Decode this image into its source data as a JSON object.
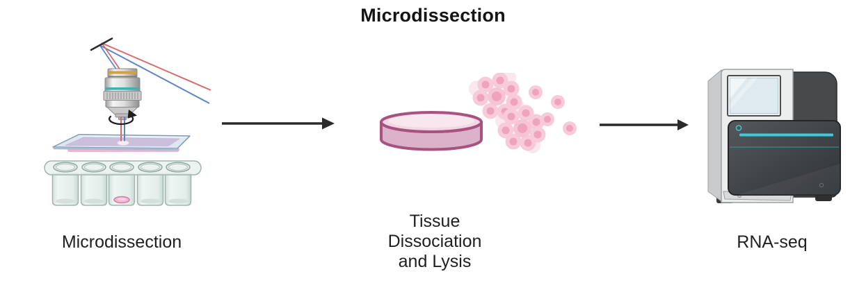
{
  "title": "Microdissection",
  "steps": [
    {
      "id": "microdissection",
      "label": "Microdissection",
      "icon": "laser-capture-microdissection-icon"
    },
    {
      "id": "tissue-dissociation",
      "label": "Tissue\nDissociation\nand Lysis",
      "icon": "petri-dish-and-cells-icon"
    },
    {
      "id": "rna-seq",
      "label": "RNA-seq",
      "icon": "sequencer-icon"
    }
  ],
  "connectors": [
    {
      "icon": "arrow-right-icon"
    },
    {
      "icon": "arrow-right-icon"
    }
  ],
  "colors": {
    "text": "#1f1f1f",
    "arrow": "#2b2b2b",
    "laser_red": "#d96b6b",
    "laser_blue": "#5b85c9",
    "objective_gold": "#d4a23c",
    "objective_teal": "#3fb0b5",
    "slide_glass": "#dce6f0",
    "slide_tissue": "#c9b7d8",
    "slide_pink_strip": "#efb3cf",
    "tube_glass": "#e4edea",
    "sample_pink": "#f3b7cf",
    "dish_outline": "#a8537f",
    "dish_top": "#f3d7e3",
    "dish_side": "#dbb2ca",
    "cell_body": "#f7cbd9",
    "cell_nucleus": "#efa3bd",
    "sequencer_body": "#eceeed",
    "sequencer_dark_panel": "#3b3d3f",
    "sequencer_back": "#47494b",
    "sequencer_teal": "#3ecbd8",
    "screen_fill": "#dfeaf0"
  }
}
